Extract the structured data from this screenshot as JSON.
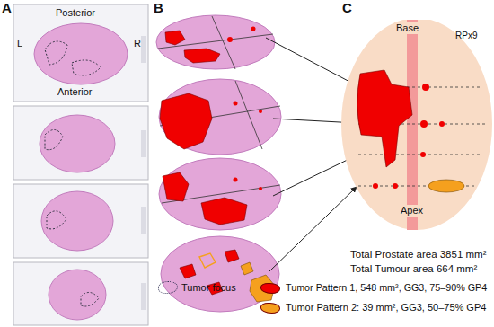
{
  "diagram": {
    "labels": [
      "A",
      "B",
      "C",
      "Posterior",
      "Anterior",
      "L",
      "R",
      "Base",
      "Apex",
      "RPx9",
      "Total Prostate area 3851 mm²",
      "Total Tumour area 664 mm²"
    ],
    "legend": [
      {
        "text": "Tumor focus"
      },
      {
        "text": "Tumor Pattern 1, 548 mm², GG3, 75–90% GP4",
        "color": "#f00000"
      },
      {
        "text": "Tumor Pattern 2: 39 mm², GG3, 50–75% GP4",
        "color": "#f5a01e"
      }
    ]
  }
}
